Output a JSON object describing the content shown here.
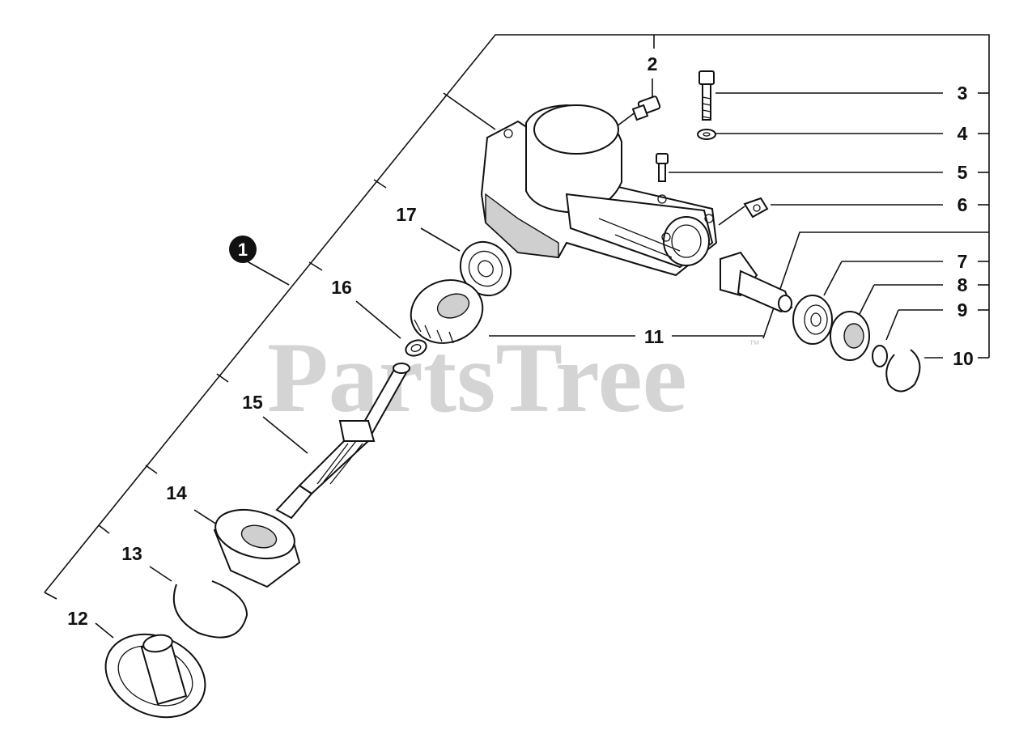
{
  "watermark": {
    "text": "PartsTree",
    "trademark": "™"
  },
  "assembly_marker": "1",
  "callouts": [
    {
      "id": "2",
      "label": "2"
    },
    {
      "id": "3",
      "label": "3"
    },
    {
      "id": "4",
      "label": "4"
    },
    {
      "id": "5",
      "label": "5"
    },
    {
      "id": "6",
      "label": "6"
    },
    {
      "id": "7",
      "label": "7"
    },
    {
      "id": "8",
      "label": "8"
    },
    {
      "id": "9",
      "label": "9"
    },
    {
      "id": "10",
      "label": "10"
    },
    {
      "id": "11",
      "label": "11"
    },
    {
      "id": "12",
      "label": "12"
    },
    {
      "id": "13",
      "label": "13"
    },
    {
      "id": "14",
      "label": "14"
    },
    {
      "id": "15",
      "label": "15"
    },
    {
      "id": "16",
      "label": "16"
    },
    {
      "id": "17",
      "label": "17"
    }
  ]
}
